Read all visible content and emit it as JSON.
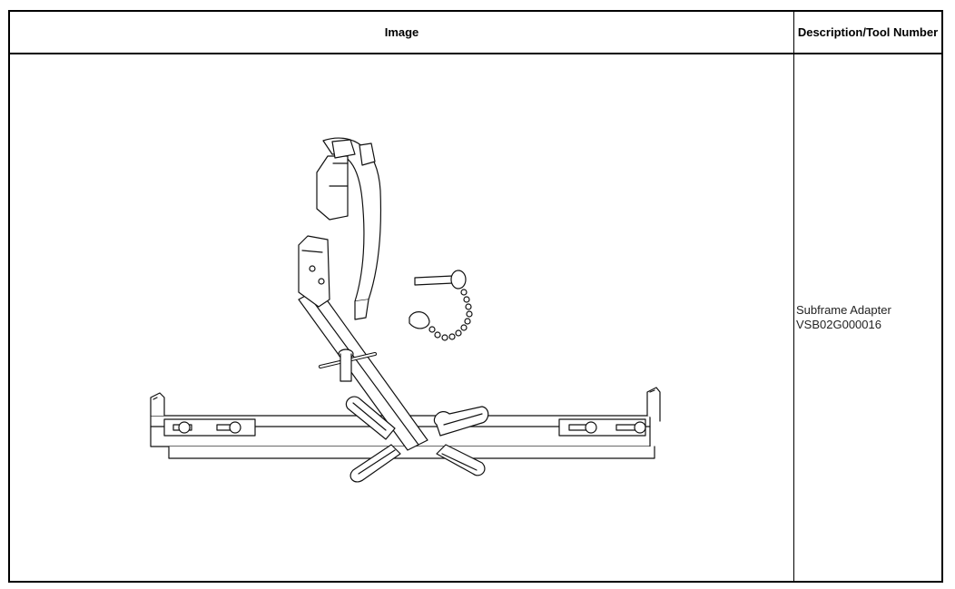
{
  "table": {
    "header_image": "Image",
    "header_description": "Description/Tool Number"
  },
  "rows": [
    {
      "image_subject": "subframe-adapter-drawing",
      "description": "Subframe Adapter",
      "tool_number": "VSB02G000016"
    }
  ]
}
